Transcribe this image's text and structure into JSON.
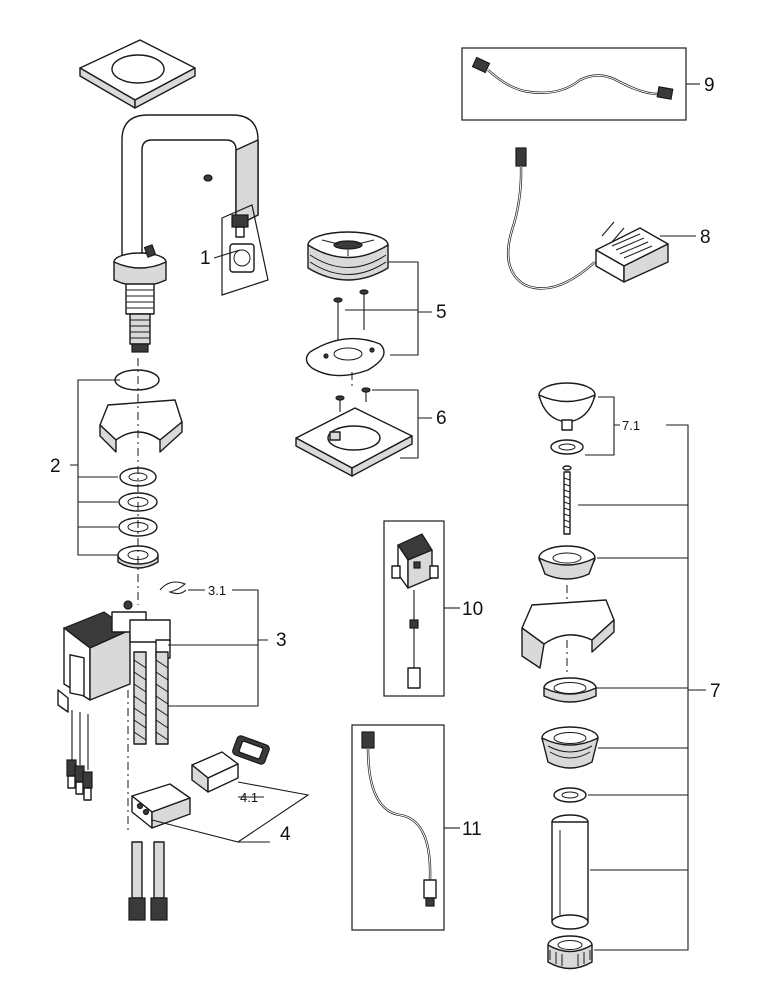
{
  "callouts": {
    "c1": "1",
    "c2": "2",
    "c3": "3",
    "c3_1": "3.1",
    "c4": "4",
    "c4_1": "4.1",
    "c5": "5",
    "c6": "6",
    "c7": "7",
    "c7_1": "7.1",
    "c8": "8",
    "c9": "9",
    "c10": "10",
    "c11": "11"
  }
}
